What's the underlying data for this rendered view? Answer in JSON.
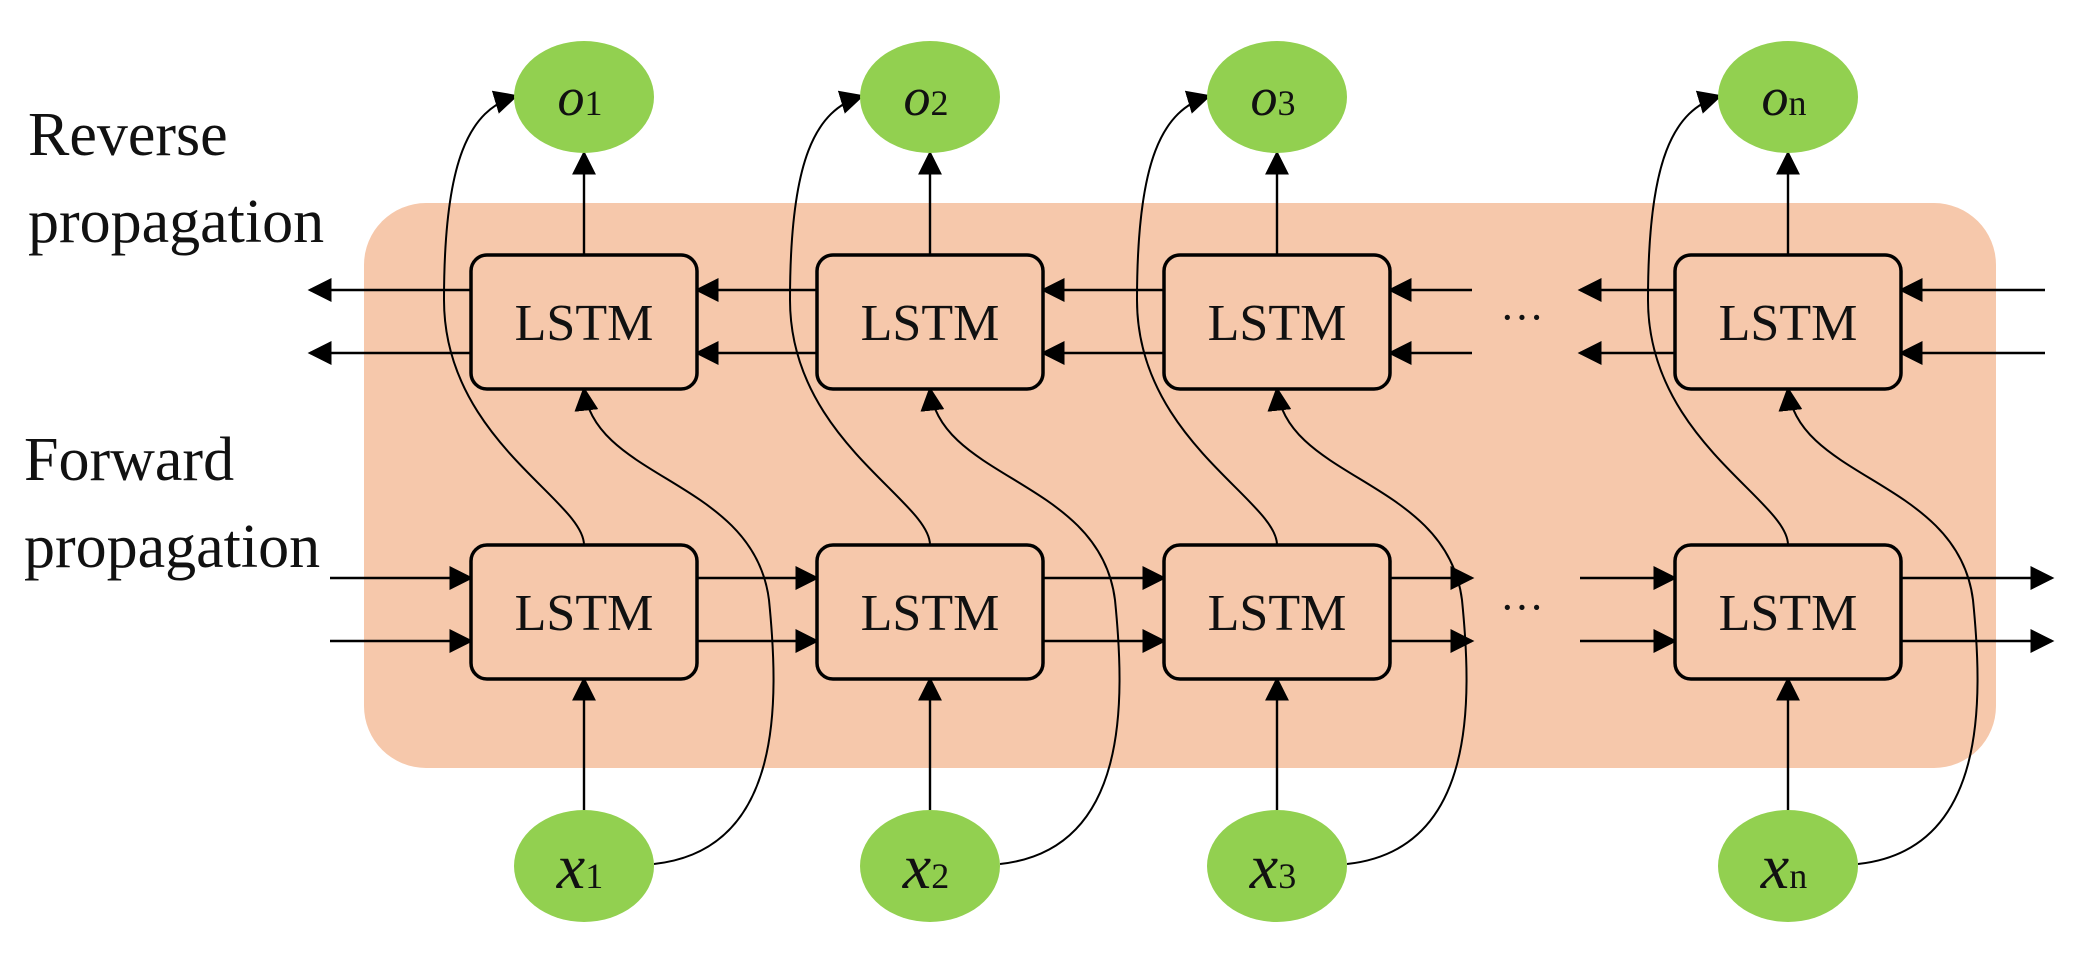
{
  "labels": {
    "reverse_line1": "Reverse",
    "reverse_line2": "propagation",
    "forward_line1": "Forward",
    "forward_line2": "propagation",
    "ellipsis_top": "···",
    "ellipsis_bottom": "···"
  },
  "columns": [
    {
      "input": {
        "main": "x",
        "sub": "1"
      },
      "output": {
        "main": "o",
        "sub": "1"
      }
    },
    {
      "input": {
        "main": "x",
        "sub": "2"
      },
      "output": {
        "main": "o",
        "sub": "2"
      }
    },
    {
      "input": {
        "main": "x",
        "sub": "3"
      },
      "output": {
        "main": "o",
        "sub": "3"
      }
    },
    {
      "input": {
        "main": "x",
        "sub": "n"
      },
      "output": {
        "main": "o",
        "sub": "n"
      }
    }
  ],
  "cell_label": "LSTM",
  "colors": {
    "background_panel": "#f6c8ab",
    "node_fill": "#92d050",
    "cell_fill": "#f6c8ab",
    "line": "#000000"
  }
}
